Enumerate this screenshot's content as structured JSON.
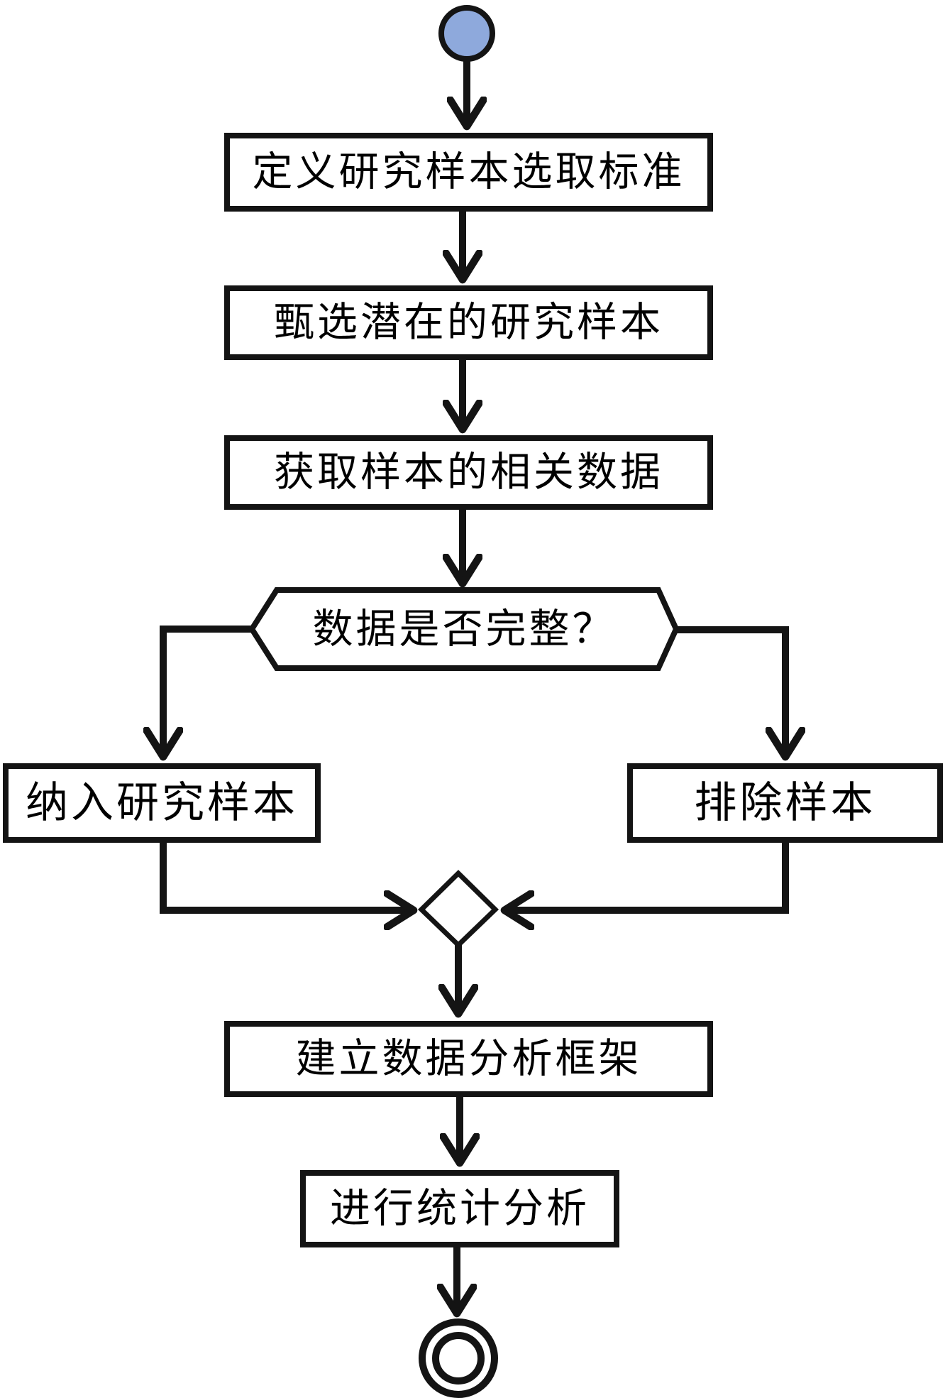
{
  "diagram": {
    "type": "activity-flowchart",
    "background": "#FFFFFF",
    "colors": {
      "stroke": "#141414",
      "box_fill": "#FFFFFF",
      "start_fill": "#8EA9DC",
      "text": "#000000"
    },
    "nodes": {
      "start": {
        "type": "initial-node"
      },
      "define": {
        "label": "定义研究样本选取标准"
      },
      "screen": {
        "label": "甄选潜在的研究样本"
      },
      "acquire": {
        "label": "获取样本的相关数据"
      },
      "decision": {
        "label": "数据是否完整？"
      },
      "include": {
        "label": "纳入研究样本"
      },
      "exclude": {
        "label": "排除样本"
      },
      "merge": {
        "type": "merge-diamond"
      },
      "framework": {
        "label": "建立数据分析框架"
      },
      "analysis": {
        "label": "进行统计分析"
      },
      "end": {
        "type": "final-node"
      }
    },
    "edges": [
      {
        "from": "start",
        "to": "define"
      },
      {
        "from": "define",
        "to": "screen"
      },
      {
        "from": "screen",
        "to": "acquire"
      },
      {
        "from": "acquire",
        "to": "decision"
      },
      {
        "from": "decision",
        "to": "include",
        "branch": "left"
      },
      {
        "from": "decision",
        "to": "exclude",
        "branch": "right"
      },
      {
        "from": "include",
        "to": "merge"
      },
      {
        "from": "exclude",
        "to": "merge"
      },
      {
        "from": "merge",
        "to": "framework"
      },
      {
        "from": "framework",
        "to": "analysis"
      },
      {
        "from": "analysis",
        "to": "end"
      }
    ]
  }
}
